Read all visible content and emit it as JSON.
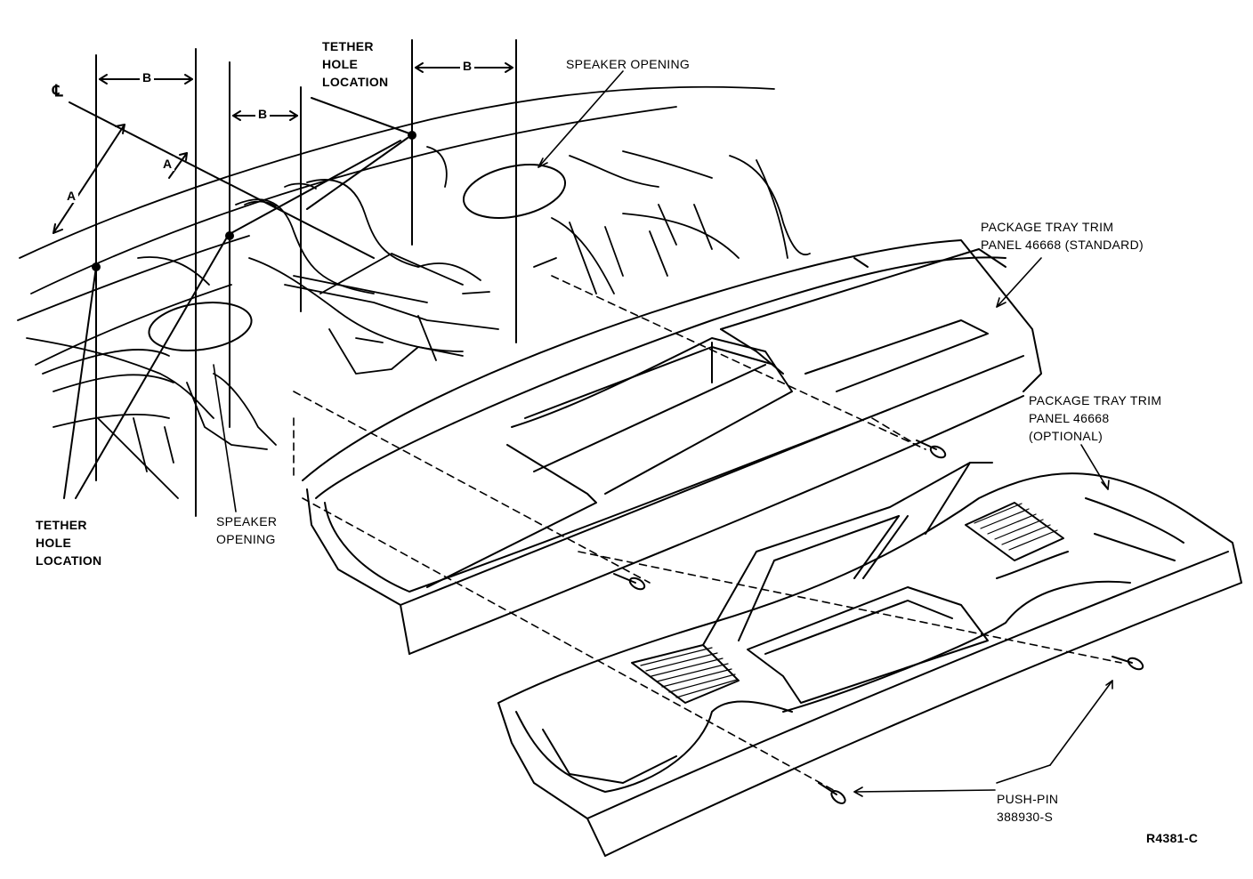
{
  "labels": {
    "tether_top": [
      "TETHER",
      "HOLE",
      "LOCATION"
    ],
    "tether_left": [
      "TETHER",
      "HOLE",
      "LOCATION"
    ],
    "speaker_top": "SPEAKER OPENING",
    "speaker_bottom": [
      "SPEAKER",
      "OPENING"
    ],
    "panel_standard": [
      "PACKAGE TRAY TRIM",
      "PANEL 46668 (STANDARD)"
    ],
    "panel_optional": [
      "PACKAGE TRAY TRIM",
      "PANEL 46668",
      "(OPTIONAL)"
    ],
    "push_pin": [
      "PUSH-PIN",
      "388930-S"
    ],
    "figure_id": "R4381-C",
    "centerline": "℄"
  },
  "dimensions": {
    "b1": "B",
    "b2": "B",
    "b3": "B",
    "a1": "A",
    "a2": "A"
  }
}
